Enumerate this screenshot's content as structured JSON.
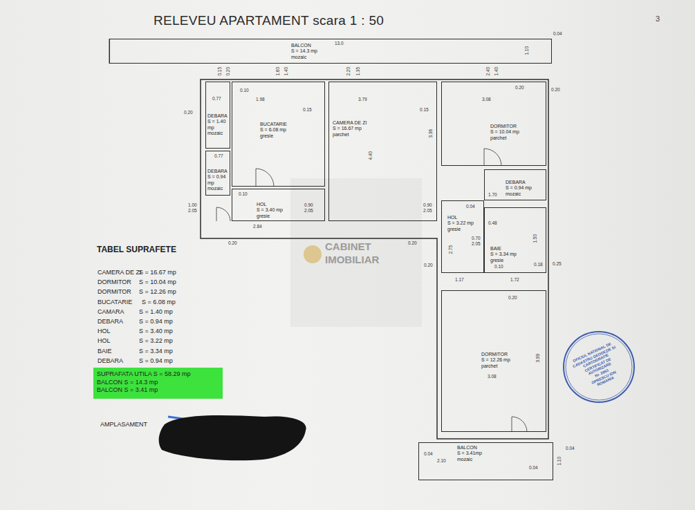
{
  "diagram": {
    "title": "RELEVEU APARTAMENT scara 1 : 50",
    "nodes": [
      {
        "text": [
          "BALCON",
          "S = 14.3 mp",
          "mozaic"
        ]
      },
      {
        "text": [
          "DEBARA",
          "S = 1.40 mp",
          "mozaic"
        ]
      },
      {
        "text": [
          "BUCATARIE",
          "S = 6.08 mp",
          "gresie"
        ]
      },
      {
        "text": [
          "CAMERA DE ZI",
          "S = 16.67 mp",
          "parchet"
        ]
      },
      {
        "text": [
          "DORMITOR",
          "S = 10.04 mp",
          "parchet"
        ]
      },
      {
        "text": [
          "DEBARA",
          "S = 0.94 mp",
          "mozaic"
        ]
      },
      {
        "text": [
          "HOL",
          "S = 3.40 mp",
          "gresie"
        ]
      },
      {
        "text": [
          "HOL",
          "S = 3.22 mp",
          "gresie"
        ]
      },
      {
        "text": [
          "DEBARA",
          "S = 0.94 mp",
          "mozaic"
        ]
      },
      {
        "text": [
          "BAIE",
          "S = 3.34 mp",
          "gresie"
        ]
      },
      {
        "text": [
          "DORMITOR",
          "S = 12.26 mp",
          "parchet"
        ]
      },
      {
        "text": [
          "BALCON",
          "S = 3.41mp",
          "mozaic"
        ]
      },
      {
        "text": [
          "SUPRAFATA UTILA S = 58.29 mp",
          "BALCON S = 14.3 mp",
          "BALCON S = 3.41 mp"
        ]
      },
      {
        "text": [
          "OFICIUL NATIONAL DE CADASTRU GEODEZIE SI CARTOGRAFIE",
          "CERTIFICAT DE AUTORIZARE",
          "Nr. 2853",
          "OPRESCU ION",
          "ROMANIA"
        ]
      }
    ],
    "labels": [
      "3",
      "CABINET",
      "IMOBILIAR",
      "TABEL SUPRAFETE",
      "CAMERA DE ZI",
      "S = 16.67 mp",
      "DORMITOR",
      "S = 10.04 mp",
      "DORMITOR",
      "S = 12.26 mp",
      "BUCATARIE",
      "S = 6.08 mp",
      "CAMARA",
      "S = 1.40 mp",
      "DEBARA",
      "S = 0.94 mp",
      "HOL",
      "S = 3.40 mp",
      "HOL",
      "S = 3.22 mp",
      "BAIE",
      "S = 3.34 mp",
      "DEBARA",
      "S = 0.94 mp",
      "AMPLASAMENT",
      "13.0",
      "0.04",
      "1.10",
      "0.15",
      "0.20",
      "1.60",
      "1.40",
      "2.20",
      "1.35",
      "2.40",
      "1.40",
      "0.77",
      "0.10",
      "1.98",
      "0.15",
      "3.79",
      "0.15",
      "3.08",
      "0.20",
      "0.20",
      "0.20",
      "4.40",
      "3.36",
      "0.77",
      "1.00",
      "2.05",
      "0.10",
      "2.84",
      "0.90",
      "2.05",
      "0.20",
      "0.20",
      "0.90",
      "2.05",
      "1.70",
      "0.04",
      "0.48",
      "0.70",
      "2.05",
      "2.75",
      "1.50",
      "0.20",
      "0.10",
      "0.18",
      "0.25",
      "1.17",
      "1.72",
      "0.20",
      "3.99",
      "3.08",
      "0.04",
      "2.10",
      "0.04",
      "1.10",
      "0.04"
    ]
  }
}
